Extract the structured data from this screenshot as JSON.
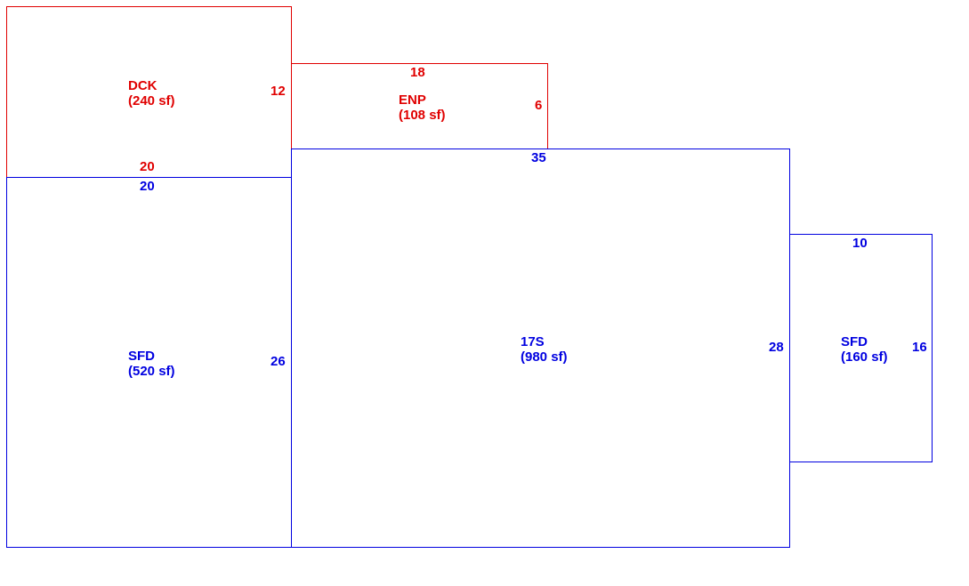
{
  "colors": {
    "addition": "#e00000",
    "living": "#0000e0"
  },
  "areas": [
    {
      "code": "DCK",
      "area": "(240 sf)",
      "color": "addition",
      "top_dim": "",
      "bottom_dim": "20",
      "right_dim": "12"
    },
    {
      "code": "ENP",
      "area": "(108 sf)",
      "color": "addition",
      "top_dim": "18",
      "right_dim": "6"
    },
    {
      "code": "SFD",
      "area": "(520 sf)",
      "color": "living",
      "top_dim": "20",
      "right_dim": "26"
    },
    {
      "code": "17S",
      "area": "(980 sf)",
      "color": "living",
      "top_dim": "35",
      "right_dim": "28"
    },
    {
      "code": "SFD",
      "area": "(160 sf)",
      "color": "living",
      "top_dim": "10",
      "right_dim": "16"
    }
  ]
}
